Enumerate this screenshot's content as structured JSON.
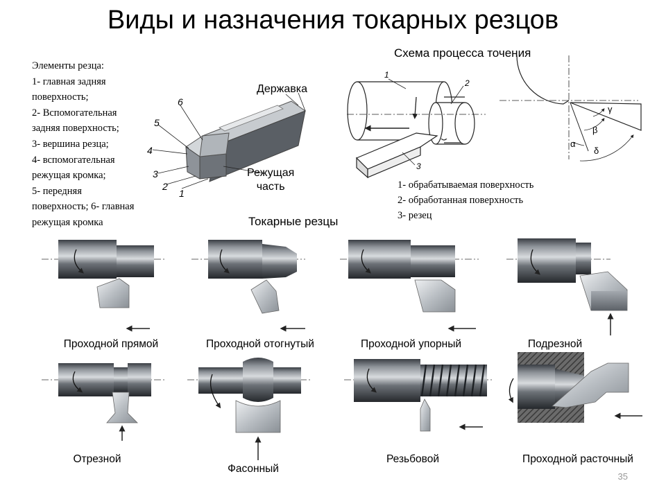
{
  "title": "Виды и назначения токарных резцов",
  "process_header": "Схема процесса точения",
  "cutters_header": "Токарные резцы",
  "elements_legend": [
    "Элементы резца:",
    "1- главная задняя",
    "поверхность;",
    "2- Вспомогательная",
    "задняя поверхность;",
    "3- вершина резца;",
    "4- вспомогательная",
    "режущая кромка;",
    "5- передняя",
    "поверхность; 6- главная",
    "режущая кромка"
  ],
  "holder_label": "Державка",
  "cutting_label": [
    "Режущая",
    "часть"
  ],
  "element_numbers": [
    "6",
    "5",
    "4",
    "3",
    "2",
    "1"
  ],
  "process_legend": [
    "1- обрабатываемая поверхность",
    "2- обработанная поверхность",
    "3- резец"
  ],
  "process_numbers": [
    "1",
    "2",
    "3"
  ],
  "angles": [
    "γ",
    "β",
    "α",
    "δ"
  ],
  "cutter_types": {
    "straight": "Проходной прямой",
    "bent": "Проходной отогнутый",
    "thrust": "Проходной упорный",
    "facing": "Подрезной",
    "parting": "Отрезной",
    "shaped": "Фасонный",
    "threading": "Резьбовой",
    "boring": "Проходной расточный"
  },
  "page_number": "35",
  "colors": {
    "metal_dark": "#2c3036",
    "metal_light": "#b8bcc0",
    "tool": "#c9ced3",
    "arrow": "#e8e8e8"
  }
}
